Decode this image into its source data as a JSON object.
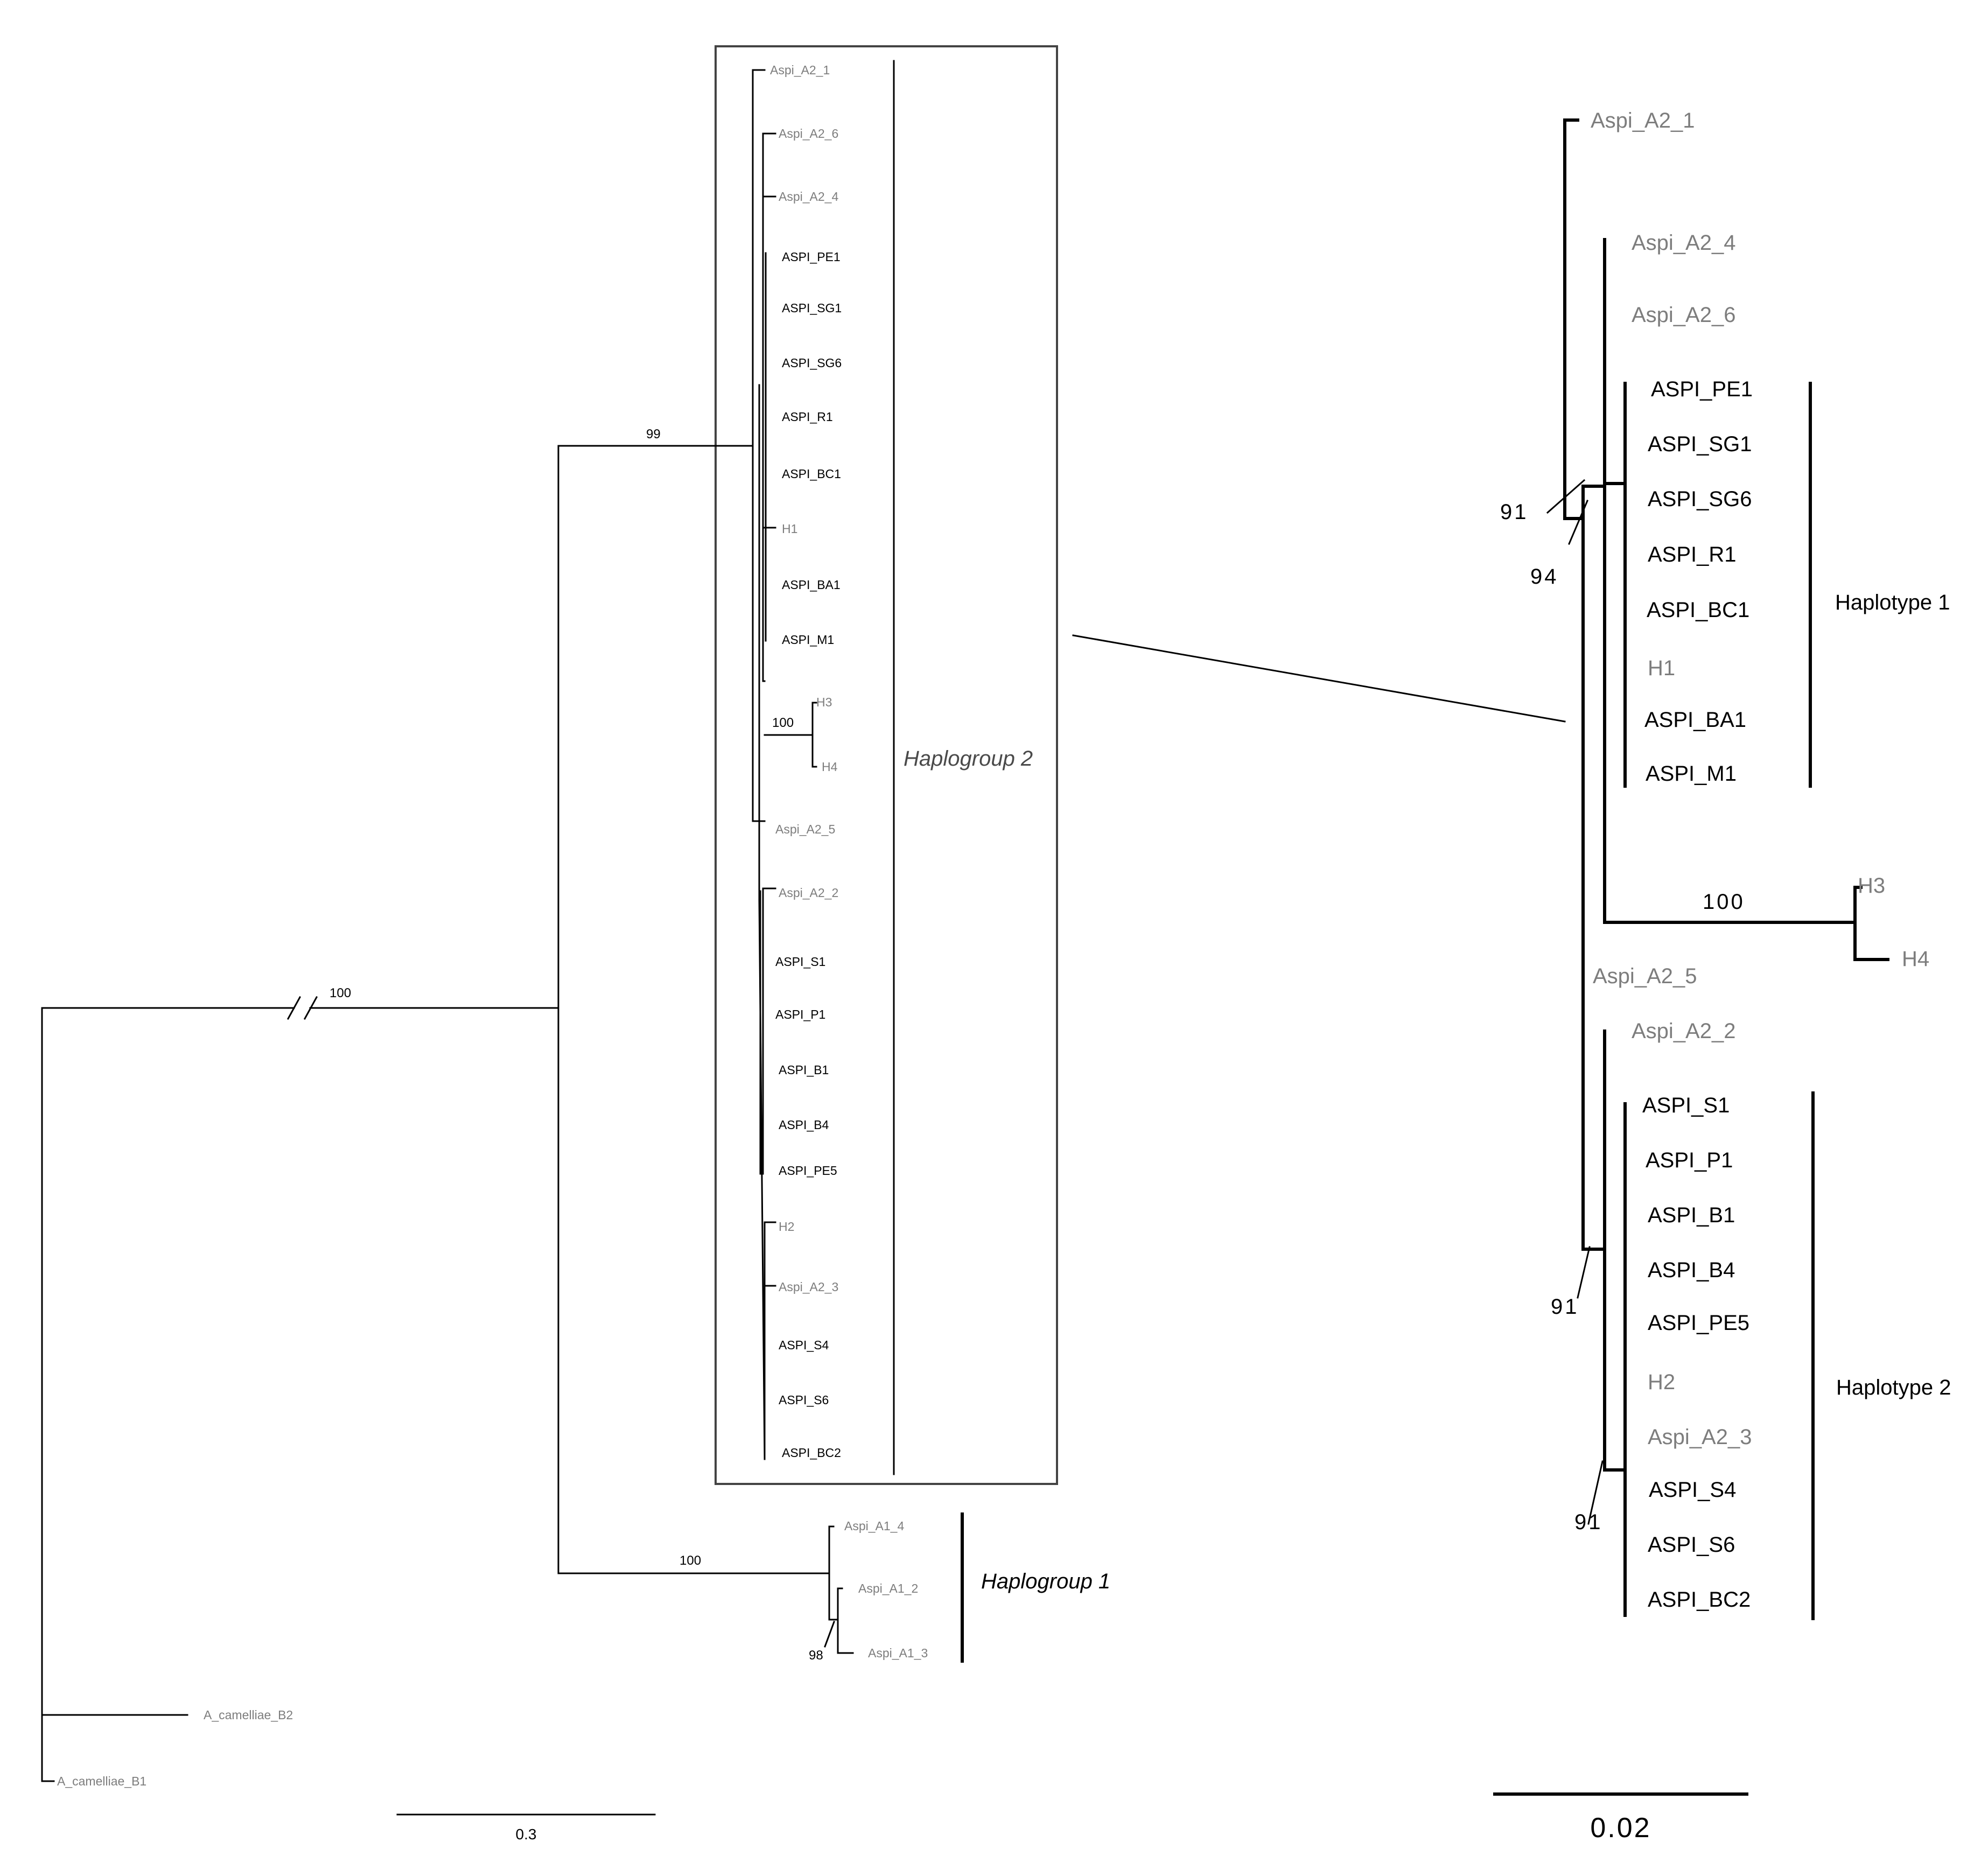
{
  "colors": {
    "reference": "#7d7d7d",
    "sample": "#000000",
    "group_label": "#4a4a4a"
  },
  "overview": {
    "taxa": {
      "a2_1": "Aspi_A2_1",
      "a2_6": "Aspi_A2_6",
      "a2_4": "Aspi_A2_4",
      "pe1": "ASPI_PE1",
      "sg1": "ASPI_SG1",
      "sg6": "ASPI_SG6",
      "r1": "ASPI_R1",
      "bc1": "ASPI_BC1",
      "h1": "H1",
      "ba1": "ASPI_BA1",
      "m1": "ASPI_M1",
      "h3": "H3",
      "h4": "H4",
      "a2_5": "Aspi_A2_5",
      "a2_2": "Aspi_A2_2",
      "s1": "ASPI_S1",
      "p1": "ASPI_P1",
      "b1": "ASPI_B1",
      "b4": "ASPI_B4",
      "pe5": "ASPI_PE5",
      "h2": "H2",
      "a2_3": "Aspi_A2_3",
      "s4": "ASPI_S4",
      "s6": "ASPI_S6",
      "bc2": "ASPI_BC2",
      "a1_4": "Aspi_A1_4",
      "a1_2": "Aspi_A1_2",
      "a1_3": "Aspi_A1_3",
      "cam_b2": "A_camelliae_B2",
      "cam_b1": "A_camelliae_B1"
    },
    "support": {
      "haplogroup2": "99",
      "root_branch": "100",
      "h3_h4": "100",
      "haplogroup1": "100",
      "a1_2_a1_3": "98"
    },
    "groups": {
      "haplogroup2": "Haplogroup 2",
      "haplogroup1": "Haplogroup 1"
    },
    "scale_bar": "0.3"
  },
  "zoom": {
    "taxa": {
      "a2_1": "Aspi_A2_1",
      "a2_4": "Aspi_A2_4",
      "a2_6": "Aspi_A2_6",
      "pe1": "ASPI_PE1",
      "sg1": "ASPI_SG1",
      "sg6": "ASPI_SG6",
      "r1": "ASPI_R1",
      "bc1": "ASPI_BC1",
      "h1": "H1",
      "ba1": "ASPI_BA1",
      "m1": "ASPI_M1",
      "h3": "H3",
      "h4": "H4",
      "a2_5": "Aspi_A2_5",
      "a2_2": "Aspi_A2_2",
      "s1": "ASPI_S1",
      "p1": "ASPI_P1",
      "b1": "ASPI_B1",
      "b4": "ASPI_B4",
      "pe5": "ASPI_PE5",
      "h2": "H2",
      "a2_3": "Aspi_A2_3",
      "s4": "ASPI_S4",
      "s6": "ASPI_S6",
      "bc2": "ASPI_BC2"
    },
    "support": {
      "node_91_top": "91",
      "node_94": "94",
      "h3_h4": "100",
      "node_91_mid": "91",
      "node_91_bottom": "91"
    },
    "groups": {
      "haplotype1": "Haplotype 1",
      "haplotype2": "Haplotype 2"
    },
    "scale_bar": "0.02"
  }
}
